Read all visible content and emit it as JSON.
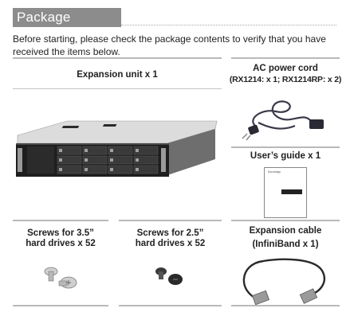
{
  "section": {
    "title": "Package Contents",
    "intro_line1": "Before starting, please check the package contents to verify that you have",
    "intro_line2": "received the items below."
  },
  "items": {
    "expansion_unit": "Expansion unit x 1",
    "power_cord": "AC power cord",
    "power_cord_detail": "(RX1214: x 1; RX1214RP: x 2)",
    "users_guide": "User’s guide x 1",
    "screws_35_line1": "Screws for 3.5”",
    "screws_35_line2": "hard drives x 52",
    "screws_25_line1": "Screws for 2.5”",
    "screws_25_line2": "hard drives x 52",
    "cable_line1": "Expansion cable",
    "cable_line2": "(InfiniBand x 1)"
  },
  "icons": {
    "rack_unit": "rack-expansion-unit-image",
    "power_cord": "power-cord-image",
    "guide": "user-guide-image",
    "screws_35": "screw-image",
    "screws_25": "screw-image",
    "cable": "infiniband-cable-image"
  },
  "colors": {
    "title_bg": "#8c8c8c",
    "rule": "#b9b9b9"
  }
}
